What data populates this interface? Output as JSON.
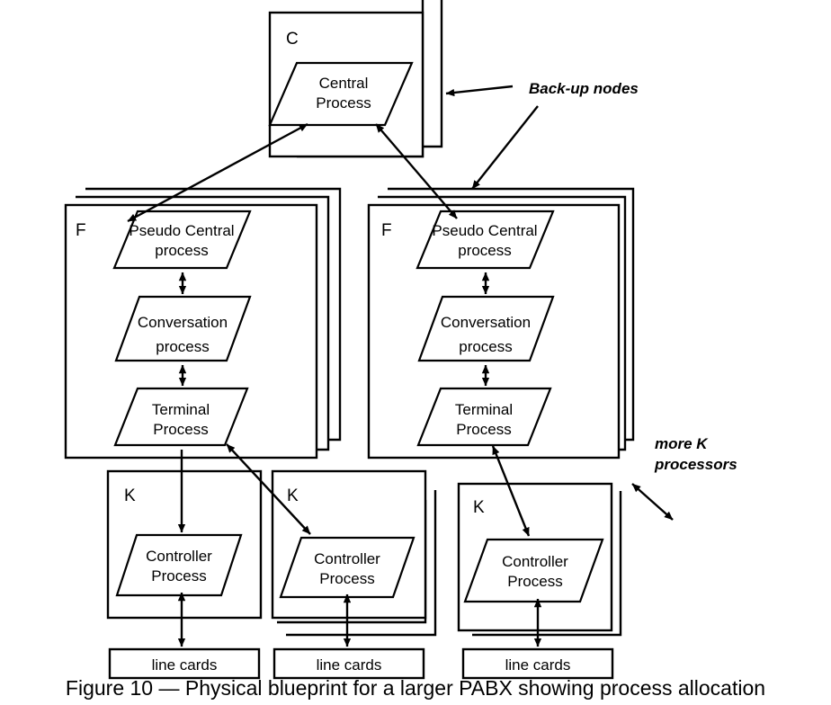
{
  "figure": {
    "caption": "Figure 10 — Physical blueprint for a larger PABX showing process allocation"
  },
  "annotations": {
    "backup_nodes": "Back-up nodes",
    "more_k_line1": "more K",
    "more_k_line2": "processors"
  },
  "central_node": {
    "tag": "C",
    "process_line1": "Central",
    "process_line2": "Process"
  },
  "f_nodes": [
    {
      "tag": "F",
      "pseudo_line1": "Pseudo Central",
      "pseudo_line2": "process",
      "conversation_line1": "Conversation",
      "conversation_line2": "process",
      "terminal_line1": "Terminal",
      "terminal_line2": "Process"
    },
    {
      "tag": "F",
      "pseudo_line1": "Pseudo Central",
      "pseudo_line2": "process",
      "conversation_line1": "Conversation",
      "conversation_line2": "process",
      "terminal_line1": "Terminal",
      "terminal_line2": "Process"
    }
  ],
  "k_nodes": [
    {
      "tag": "K",
      "controller_line1": "Controller",
      "controller_line2": "Process",
      "line_cards": "line cards"
    },
    {
      "tag": "K",
      "controller_line1": "Controller",
      "controller_line2": "Process",
      "line_cards": "line cards"
    },
    {
      "tag": "K",
      "controller_line1": "Controller",
      "controller_line2": "Process",
      "line_cards": "line cards"
    }
  ],
  "colors": {
    "stroke": "#000000",
    "fill": "#ffffff",
    "text": "#000000"
  }
}
